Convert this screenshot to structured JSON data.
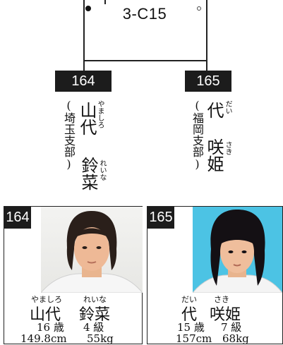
{
  "bout": {
    "code": "3-C15"
  },
  "left": {
    "number": "164",
    "branch": "(埼玉支部)",
    "family": "山代",
    "family_ruby": "やましろ",
    "given": "鈴菜",
    "given_ruby": "れいな",
    "age": "16 歳",
    "grade": "4 級",
    "height": "149.8cm",
    "weight": "55kg"
  },
  "right": {
    "number": "165",
    "branch": "(福岡支部)",
    "family": "代",
    "family_ruby": "だい",
    "given": "咲姫",
    "given_ruby": "さき",
    "age": "15 歳",
    "grade": "7 級",
    "height": "157cm",
    "weight": "68kg"
  }
}
